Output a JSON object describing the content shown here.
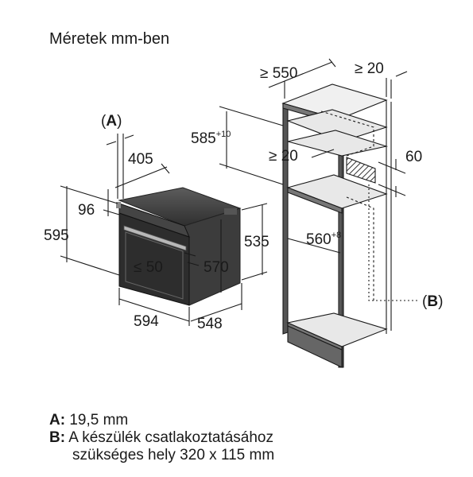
{
  "title": "Méretek mm-ben",
  "labels": {
    "a_marker": "(A)",
    "a_key": "A",
    "b_marker_key": "B",
    "dim_405": "405",
    "dim_96": "96",
    "dim_595": "595",
    "dim_535": "535",
    "dim_570": "570",
    "dim_le50": "≤ 50",
    "dim_594": "594",
    "dim_548": "548",
    "dim_ge550": "≥ 550",
    "dim_ge20_top": "≥ 20",
    "dim_585": "585",
    "dim_585_tol": "+10",
    "dim_ge20_mid": "≥ 20",
    "dim_60": "60",
    "dim_560": "560",
    "dim_560_tol": "+8"
  },
  "legend": {
    "a_key": "A:",
    "a_text": "19,5 mm",
    "b_key": "B:",
    "b_text_line1": "A készülék csatlakoztatásához",
    "b_text_line2": "szükséges hely 320 x 115 mm"
  }
}
